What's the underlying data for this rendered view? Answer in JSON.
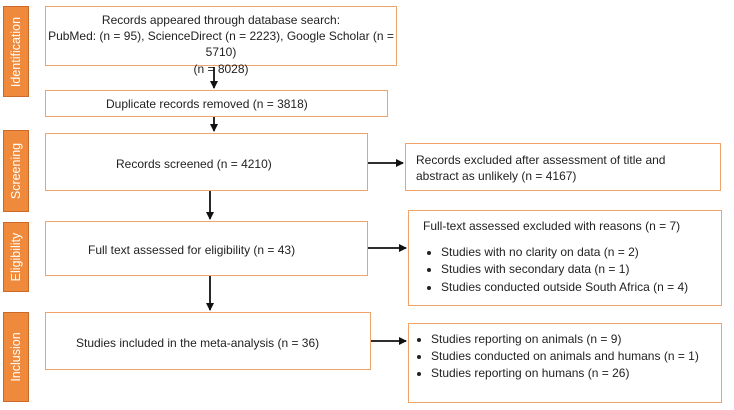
{
  "stages": {
    "identification": "Identification",
    "screening": "Screening",
    "eligibility": "Eligibility",
    "inclusion": "Inclusion"
  },
  "identification": {
    "line1": "Records appeared  through database search:",
    "line2": "PubMed: (n = 95),  ScienceDirect (n = 2223), Google Scholar (n = 5710)",
    "line3": "(n = 8028)"
  },
  "duplicates": "Duplicate records removed (n = 3818)",
  "screened": "Records screened (n = 4210)",
  "excluded_screening": "Records excluded after assessment of title and abstract as unlikely (n = 4167)",
  "eligibility": "Full text assessed for eligibility (n = 43)",
  "excluded_fulltext": {
    "title": "Full-text assessed excluded with reasons (n = 7)",
    "items": [
      "Studies with no clarity on data (n = 2)",
      "Studies with secondary data (n = 1)",
      "Studies conducted outside South Africa (n = 4)"
    ]
  },
  "included": "Studies included in the meta-analysis (n = 36)",
  "included_breakdown": {
    "items": [
      "Studies reporting on animals (n = 9)",
      "Studies conducted on animals and humans (n = 1)",
      "Studies reporting on humans (n = 26)"
    ]
  },
  "colors": {
    "stage_fill": "#ef8a3c",
    "box_border": "#f0a46a",
    "arrow": "#111111"
  }
}
